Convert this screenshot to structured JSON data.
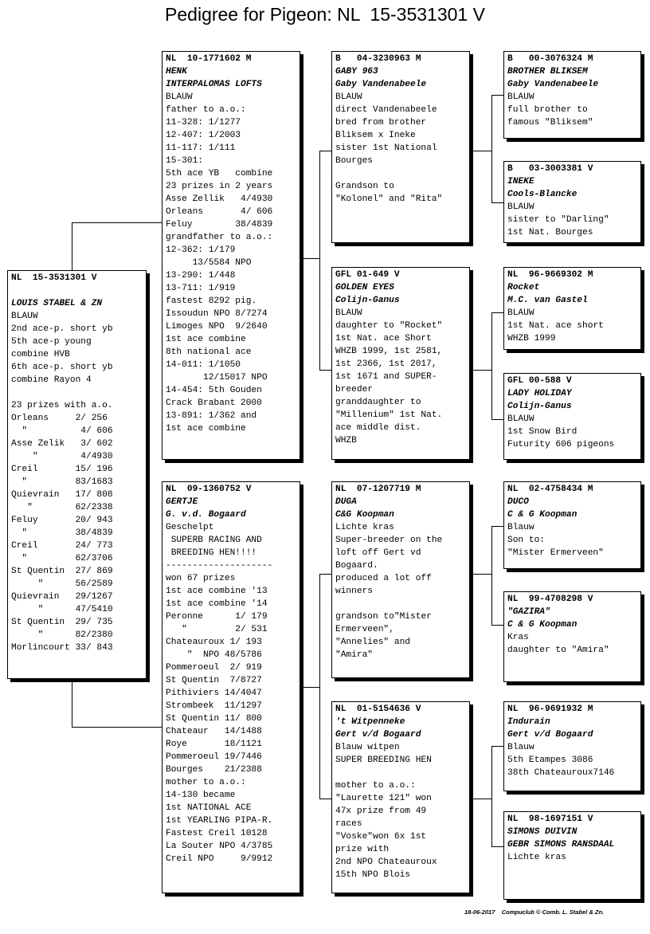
{
  "title": "Pedigree for Pigeon: NL  15-3531301 V",
  "footer": "18-06-2017    Compuclub © Comb. L. Stabel & Zn.",
  "cards": {
    "subject": {
      "ring": "NL  15-3531301 V",
      "lines": [
        {
          "t": "",
          "i": false
        },
        {
          "t": "LOUIS STABEL & ZN",
          "i": true
        },
        {
          "t": "BLAUW",
          "i": false
        },
        {
          "t": "2nd ace-p. short yb",
          "i": false
        },
        {
          "t": "5th ace-p young",
          "i": false
        },
        {
          "t": "combine HVB",
          "i": false
        },
        {
          "t": "6th ace-p. short yb",
          "i": false
        },
        {
          "t": "combine Rayon 4",
          "i": false
        },
        {
          "t": "",
          "i": false
        },
        {
          "t": "23 prizes with a.o.",
          "i": false
        },
        {
          "t": "Orleans     2/ 256",
          "i": false
        },
        {
          "t": "  \"          4/ 606",
          "i": false
        },
        {
          "t": "Asse Zelik   3/ 602",
          "i": false
        },
        {
          "t": "    \"        4/4930",
          "i": false
        },
        {
          "t": "Creil       15/ 196",
          "i": false
        },
        {
          "t": "  \"         83/1683",
          "i": false
        },
        {
          "t": "Quievrain   17/ 808",
          "i": false
        },
        {
          "t": "   \"        62/2338",
          "i": false
        },
        {
          "t": "Feluy       20/ 943",
          "i": false
        },
        {
          "t": "  \"         38/4839",
          "i": false
        },
        {
          "t": "Creil       24/ 773",
          "i": false
        },
        {
          "t": "  \"         62/3706",
          "i": false
        },
        {
          "t": "St Quentin  27/ 869",
          "i": false
        },
        {
          "t": "     \"      56/2589",
          "i": false
        },
        {
          "t": "Quievrain   29/1267",
          "i": false
        },
        {
          "t": "     \"      47/5410",
          "i": false
        },
        {
          "t": "St Quentin  29/ 735",
          "i": false
        },
        {
          "t": "     \"      82/2380",
          "i": false
        },
        {
          "t": "Morlincourt 33/ 843",
          "i": false
        }
      ]
    },
    "sire": {
      "ring": "NL  10-1771602 M",
      "lines": [
        {
          "t": "HENK",
          "i": true
        },
        {
          "t": "INTERPALOMAS LOFTS",
          "i": true
        },
        {
          "t": "BLAUW",
          "i": false
        },
        {
          "t": "father to a.o.:",
          "i": false
        },
        {
          "t": "11-328: 1/1277",
          "i": false
        },
        {
          "t": "12-407: 1/2003",
          "i": false
        },
        {
          "t": "11-117: 1/111",
          "i": false
        },
        {
          "t": "15-301:",
          "i": false
        },
        {
          "t": "5th ace YB   combine",
          "i": false
        },
        {
          "t": "23 prizes in 2 years",
          "i": false
        },
        {
          "t": "Asse Zellik   4/4930",
          "i": false
        },
        {
          "t": "Orleans       4/ 606",
          "i": false
        },
        {
          "t": "Feluy        38/4839",
          "i": false
        },
        {
          "t": "grandfather to a.o.:",
          "i": false
        },
        {
          "t": "12-362: 1/179",
          "i": false
        },
        {
          "t": "     13/5584 NPO",
          "i": false
        },
        {
          "t": "13-290: 1/448",
          "i": false
        },
        {
          "t": "13-711: 1/919",
          "i": false
        },
        {
          "t": "fastest 8292 pig.",
          "i": false
        },
        {
          "t": "Issoudun NPO 8/7274",
          "i": false
        },
        {
          "t": "Limoges NPO  9/2640",
          "i": false
        },
        {
          "t": "1st ace combine",
          "i": false
        },
        {
          "t": "8th national ace",
          "i": false
        },
        {
          "t": "14-011: 1/1050",
          "i": false
        },
        {
          "t": "       12/15017 NPO",
          "i": false
        },
        {
          "t": "14-454: 5th Gouden",
          "i": false
        },
        {
          "t": "Crack Brabant 2000",
          "i": false
        },
        {
          "t": "13-891: 1/362 and",
          "i": false
        },
        {
          "t": "1st ace combine",
          "i": false
        }
      ]
    },
    "dam": {
      "ring": "NL  09-1360752 V",
      "lines": [
        {
          "t": "GERTJE",
          "i": true
        },
        {
          "t": "G. v.d. Bogaard",
          "i": true
        },
        {
          "t": "Geschelpt",
          "i": false
        },
        {
          "t": " SUPERB RACING AND",
          "i": false
        },
        {
          "t": " BREEDING HEN!!!!",
          "i": false
        },
        {
          "t": "--------------------",
          "i": false
        },
        {
          "t": "won 67 prizes",
          "i": false
        },
        {
          "t": "1st ace combine '13",
          "i": false
        },
        {
          "t": "1st ace combine '14",
          "i": false
        },
        {
          "t": "Peronne      1/ 179",
          "i": false
        },
        {
          "t": "   \"         2/ 531",
          "i": false
        },
        {
          "t": "Chateauroux 1/ 193",
          "i": false
        },
        {
          "t": "    \"  NPO 48/5786",
          "i": false
        },
        {
          "t": "Pommeroeul  2/ 919",
          "i": false
        },
        {
          "t": "St Quentin  7/8727",
          "i": false
        },
        {
          "t": "Pithiviers 14/4047",
          "i": false
        },
        {
          "t": "Strombeek  11/1297",
          "i": false
        },
        {
          "t": "St Quentin 11/ 800",
          "i": false
        },
        {
          "t": "Chateaur   14/1488",
          "i": false
        },
        {
          "t": "Roye       18/1121",
          "i": false
        },
        {
          "t": "Pommeroeul 19/7446",
          "i": false
        },
        {
          "t": "Bourges    21/2388",
          "i": false
        },
        {
          "t": "mother to a.o.:",
          "i": false
        },
        {
          "t": "14-130 became",
          "i": false
        },
        {
          "t": "1st NATIONAL ACE",
          "i": false
        },
        {
          "t": "1st YEARLING PIPA-R.",
          "i": false
        },
        {
          "t": "Fastest Creil 10128",
          "i": false
        },
        {
          "t": "La Souter NPO 4/3785",
          "i": false
        },
        {
          "t": "Creil NPO     9/9912",
          "i": false
        }
      ]
    },
    "ss": {
      "ring": "B   04-3230963 M",
      "lines": [
        {
          "t": "GABY 963",
          "i": true
        },
        {
          "t": "Gaby Vandenabeele",
          "i": true
        },
        {
          "t": "BLAUW",
          "i": false
        },
        {
          "t": "direct Vandenabeele",
          "i": false
        },
        {
          "t": "bred from brother",
          "i": false
        },
        {
          "t": "Bliksem x Ineke",
          "i": false
        },
        {
          "t": "sister 1st National",
          "i": false
        },
        {
          "t": "Bourges",
          "i": false
        },
        {
          "t": "",
          "i": false
        },
        {
          "t": "Grandson to",
          "i": false
        },
        {
          "t": "\"Kolonel\" and \"Rita\"",
          "i": false
        }
      ]
    },
    "sd": {
      "ring": "GFL 01-649 V",
      "lines": [
        {
          "t": "GOLDEN EYES",
          "i": true
        },
        {
          "t": "Colijn-Ganus",
          "i": true
        },
        {
          "t": "BLAUW",
          "i": false
        },
        {
          "t": "daughter to \"Rocket\"",
          "i": false
        },
        {
          "t": "1st Nat. ace Short",
          "i": false
        },
        {
          "t": "WHZB 1999, 1st 2581,",
          "i": false
        },
        {
          "t": "1st 2366, 1st 2017,",
          "i": false
        },
        {
          "t": "1st 1671 and SUPER-",
          "i": false
        },
        {
          "t": "breeder",
          "i": false
        },
        {
          "t": "granddaughter to",
          "i": false
        },
        {
          "t": "\"Millenium\" 1st Nat.",
          "i": false
        },
        {
          "t": "ace middle dist.",
          "i": false
        },
        {
          "t": "WHZB",
          "i": false
        }
      ]
    },
    "ds": {
      "ring": "NL  07-1207719 M",
      "lines": [
        {
          "t": "DUGA",
          "i": true
        },
        {
          "t": "C&G Koopman",
          "i": true
        },
        {
          "t": "Lichte kras",
          "i": false
        },
        {
          "t": "Super-breeder on the",
          "i": false
        },
        {
          "t": "loft off Gert vd",
          "i": false
        },
        {
          "t": "Bogaard.",
          "i": false
        },
        {
          "t": "produced a lot off",
          "i": false
        },
        {
          "t": "winners",
          "i": false
        },
        {
          "t": "",
          "i": false
        },
        {
          "t": "grandson to\"Mister",
          "i": false
        },
        {
          "t": "Ermerveen\",",
          "i": false
        },
        {
          "t": "\"Annelies\" and",
          "i": false
        },
        {
          "t": "\"Amira\"",
          "i": false
        }
      ]
    },
    "dd": {
      "ring": "NL  01-5154636 V",
      "lines": [
        {
          "t": "'t Witpenneke",
          "i": true
        },
        {
          "t": "Gert v/d Bogaard",
          "i": true
        },
        {
          "t": "Blauw witpen",
          "i": false
        },
        {
          "t": "SUPER BREEDING HEN",
          "i": false
        },
        {
          "t": "",
          "i": false
        },
        {
          "t": "mother to a.o.:",
          "i": false
        },
        {
          "t": "\"Laurette 121\" won",
          "i": false
        },
        {
          "t": "47x prize from 49",
          "i": false
        },
        {
          "t": "races",
          "i": false
        },
        {
          "t": "\"Voske\"won 6x 1st",
          "i": false
        },
        {
          "t": "prize with",
          "i": false
        },
        {
          "t": "2nd NPO Chateauroux",
          "i": false
        },
        {
          "t": "15th NPO Blois",
          "i": false
        }
      ]
    },
    "sss": {
      "ring": "B   00-3076324 M",
      "lines": [
        {
          "t": "BROTHER BLIKSEM",
          "i": true
        },
        {
          "t": "Gaby Vandenabeele",
          "i": true
        },
        {
          "t": "BLAUW",
          "i": false
        },
        {
          "t": "full brother to",
          "i": false
        },
        {
          "t": "famous \"Bliksem\"",
          "i": false
        }
      ]
    },
    "ssd": {
      "ring": "B   03-3003381 V",
      "lines": [
        {
          "t": "INEKE",
          "i": true
        },
        {
          "t": "Cools-Blancke",
          "i": true
        },
        {
          "t": "BLAUW",
          "i": false
        },
        {
          "t": "sister to \"Darling\"",
          "i": false
        },
        {
          "t": "1st Nat. Bourges",
          "i": false
        }
      ]
    },
    "sds": {
      "ring": "NL  96-9669302 M",
      "lines": [
        {
          "t": "Rocket",
          "i": true
        },
        {
          "t": "M.C. van Gastel",
          "i": true
        },
        {
          "t": "BLAUW",
          "i": false
        },
        {
          "t": "1st Nat. ace short",
          "i": false
        },
        {
          "t": "WHZB 1999",
          "i": false
        }
      ]
    },
    "sdd": {
      "ring": "GFL 00-588 V",
      "lines": [
        {
          "t": "LADY HOLIDAY",
          "i": true
        },
        {
          "t": "Colijn-Ganus",
          "i": true
        },
        {
          "t": "BLAUW",
          "i": false
        },
        {
          "t": "1st Snow Bird",
          "i": false
        },
        {
          "t": "Futurity 606 pigeons",
          "i": false
        }
      ]
    },
    "dss": {
      "ring": "NL  02-4758434 M",
      "lines": [
        {
          "t": "DUCO",
          "i": true
        },
        {
          "t": "C & G Koopman",
          "i": true
        },
        {
          "t": "Blauw",
          "i": false
        },
        {
          "t": "Son to:",
          "i": false
        },
        {
          "t": "\"Mister Ermerveen\"",
          "i": false
        }
      ]
    },
    "dsd": {
      "ring": "NL  99-4708298 V",
      "lines": [
        {
          "t": "\"GAZIRA\"",
          "i": true
        },
        {
          "t": "C & G Koopman",
          "i": true
        },
        {
          "t": "Kras",
          "i": false
        },
        {
          "t": "daughter to \"Amira\"",
          "i": false
        }
      ]
    },
    "dds": {
      "ring": "NL  96-9691932 M",
      "lines": [
        {
          "t": "Indurain",
          "i": true
        },
        {
          "t": "Gert v/d Bogaard",
          "i": true
        },
        {
          "t": "Blauw",
          "i": false
        },
        {
          "t": "5th Etampes 3086",
          "i": false
        },
        {
          "t": "38th Chateauroux7146",
          "i": false
        }
      ]
    },
    "ddd": {
      "ring": "NL  98-1697151 V",
      "lines": [
        {
          "t": "SIMONS DUIVIN",
          "i": true
        },
        {
          "t": "GEBR SIMONS RANSDAAL",
          "i": true
        },
        {
          "t": "Lichte kras",
          "i": false
        }
      ]
    }
  }
}
